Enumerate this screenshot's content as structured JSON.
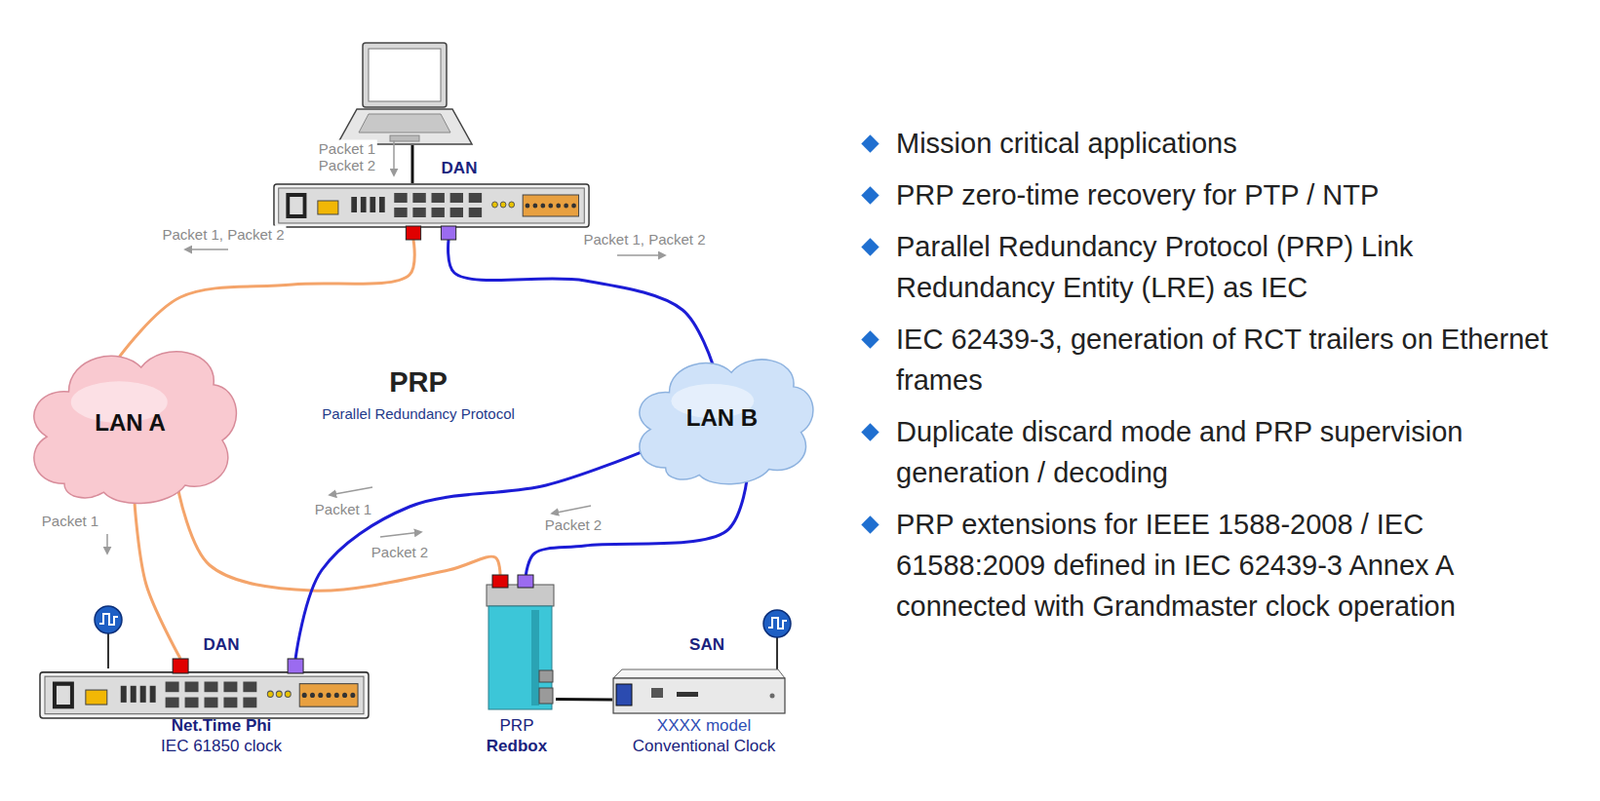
{
  "diagram": {
    "nodes": [
      {
        "text": [
          "DAN"
        ]
      },
      {
        "text": [
          "LAN A"
        ]
      },
      {
        "text": [
          "LAN B"
        ]
      },
      {
        "text": [
          "DAN",
          "Net.Time Phi",
          "IEC 61850 clock"
        ]
      },
      {
        "text": [
          "PRP",
          "Redbox"
        ]
      },
      {
        "text": [
          "SAN",
          "XXXX model",
          "Conventional Clock"
        ]
      }
    ],
    "edges": [
      {
        "from": 0,
        "to": 1,
        "arrow": "none",
        "label": "Packet 1, Packet 2"
      },
      {
        "from": 0,
        "to": 2,
        "arrow": "none",
        "label": "Packet 1, Packet 2"
      },
      {
        "from": 1,
        "to": 3,
        "arrow": "none",
        "label": "Packet 1"
      },
      {
        "from": 1,
        "to": 4,
        "arrow": "none",
        "label": "Packet 2"
      },
      {
        "from": 2,
        "to": 3,
        "arrow": "none",
        "label": "Packet 1"
      },
      {
        "from": 2,
        "to": 4,
        "arrow": "none",
        "label": "Packet 2"
      },
      {
        "from": 4,
        "to": 5,
        "arrow": "none"
      }
    ],
    "labels": [
      "Packet 1",
      "Packet 2",
      "PRP",
      "Parallel Redundancy Protocol",
      "Mission critical applications",
      "PRP zero-time recovery for PTP / NTP",
      "Parallel Redundancy Protocol (PRP) Link Redundancy Entity (LRE) as IEC",
      "IEC 62439-3, generation of RCT trailers on Ethernet frames",
      "Duplicate discard mode and PRP supervision generation / decoding",
      "PRP extensions for IEEE 1588-2008 / IEC 61588:2009 defined in IEC 62439-3 Annex A connected with Grandmaster clock operation"
    ]
  }
}
